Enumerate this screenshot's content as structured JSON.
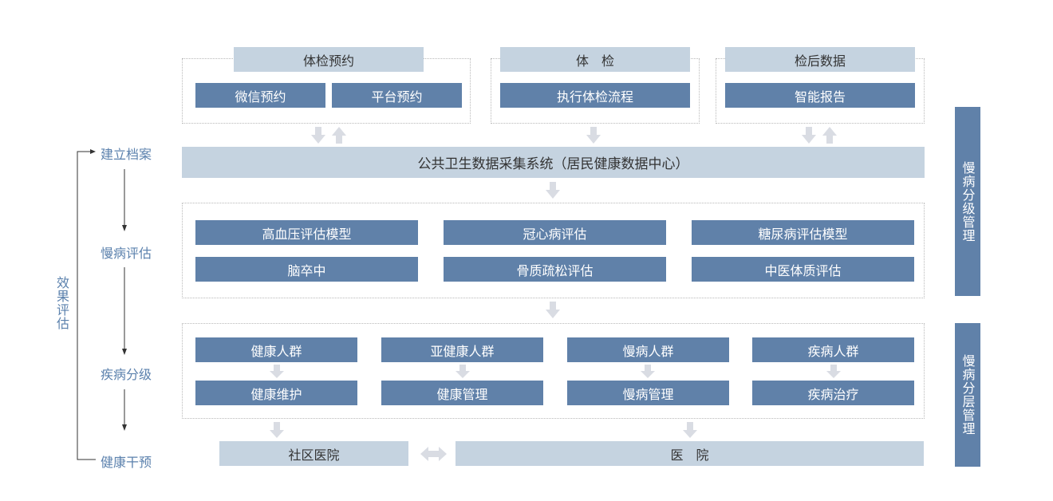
{
  "top": {
    "appointment": {
      "title": "体检预约",
      "items": [
        "微信预约",
        "平台预约"
      ]
    },
    "exam": {
      "title": "体　检",
      "items": [
        "执行体检流程"
      ]
    },
    "post": {
      "title": "检后数据",
      "items": [
        "智能报告"
      ]
    }
  },
  "data_center": "公共卫生数据采集系统（居民健康数据中心）",
  "assessment": {
    "models": [
      "高血压评估模型",
      "冠心病评估",
      "糖尿病评估模型",
      "脑卒中",
      "骨质疏松评估",
      "中医体质评估"
    ]
  },
  "stratification": {
    "groups": [
      {
        "group": "健康人群",
        "management": "健康维护"
      },
      {
        "group": "亚健康人群",
        "management": "健康管理"
      },
      {
        "group": "慢病人群",
        "management": "慢病管理"
      },
      {
        "group": "疾病人群",
        "management": "疾病治疗"
      }
    ]
  },
  "facilities": {
    "community": "社区医院",
    "hospital": "医　院"
  },
  "right_bars": {
    "graded": "慢病分级管理",
    "layered": "慢病分层管理"
  },
  "left_flow": {
    "steps": [
      "建立档案",
      "慢病评估",
      "疾病分级",
      "健康干预"
    ],
    "loop_label": "效果评估"
  },
  "colors": {
    "dark_box": "#6081a9",
    "light_box": "#c5d3e0",
    "arrow": "#d9dce3",
    "flow_text": "#5b81ad"
  }
}
